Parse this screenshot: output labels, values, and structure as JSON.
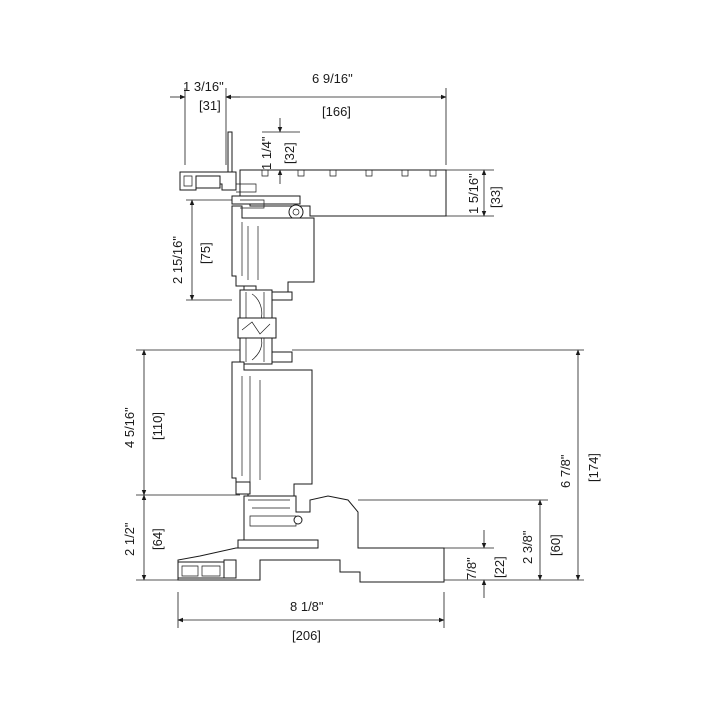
{
  "dimensions": {
    "top_left_in": "1 3/16\"",
    "top_left_mm": "[31]",
    "top_width_in": "6 9/16\"",
    "top_width_mm": "[166]",
    "head_step_in": "1 1/4\"",
    "head_step_mm": "[32]",
    "head_depth_in": "1 5/16\"",
    "head_depth_mm": "[33]",
    "upper_sash_in": "2 15/16\"",
    "upper_sash_mm": "[75]",
    "lower_sash_in": "4 5/16\"",
    "lower_sash_mm": "[110]",
    "sill_height_in": "2 1/2\"",
    "sill_height_mm": "[64]",
    "total_height_in": "6 7/8\"",
    "total_height_mm": "[174]",
    "sill_step_in": "2 3/8\"",
    "sill_step_mm": "[60]",
    "sill_nose_in": "7/8\"",
    "sill_nose_mm": "[22]",
    "bottom_width_in": "8 1/8\"",
    "bottom_width_mm": "[206]"
  }
}
